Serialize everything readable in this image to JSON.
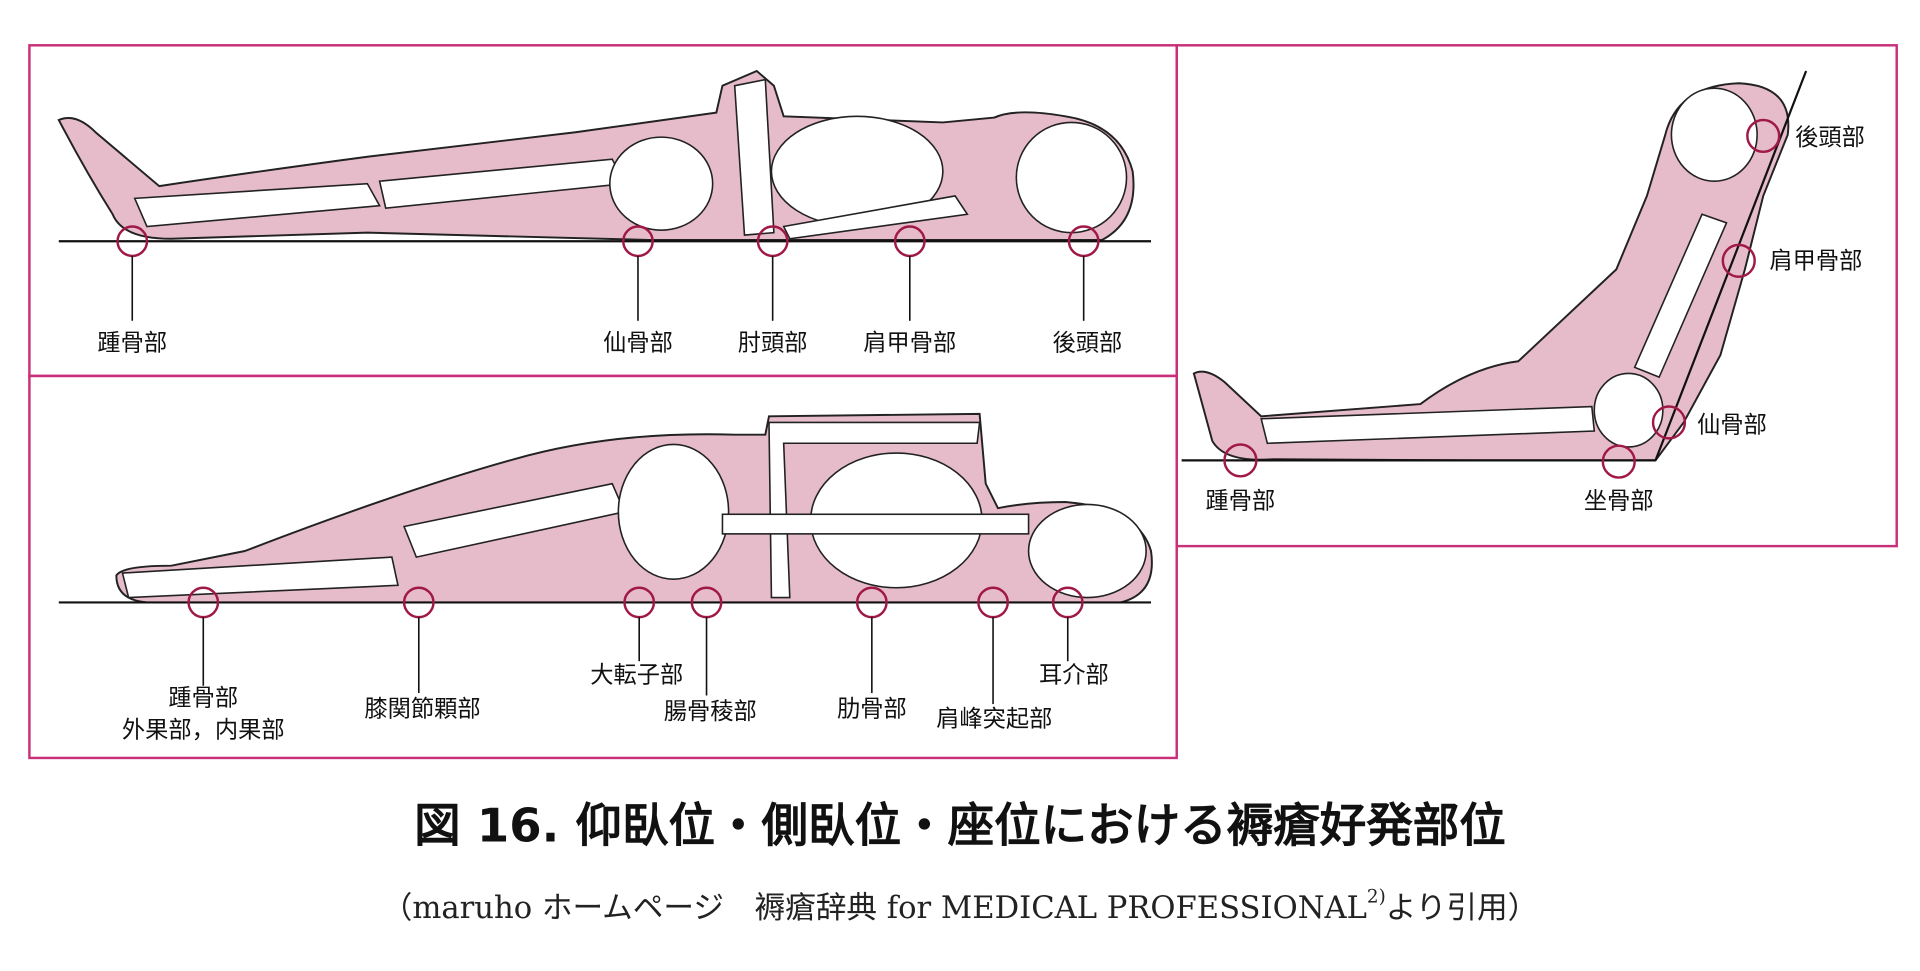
{
  "colors": {
    "frame": "#c8307a",
    "body": "#e6bccb",
    "site_circle": "#a01848"
  },
  "supine": {
    "labels": [
      "踵骨部",
      "仙骨部",
      "肘頭部",
      "肩甲骨部",
      "後頭部"
    ]
  },
  "lateral": {
    "labels": [
      "踵骨部",
      "外果部，内果部",
      "膝関節顆部",
      "大転子部",
      "腸骨稜部",
      "肋骨部",
      "肩峰突起部",
      "耳介部"
    ]
  },
  "sitting": {
    "labels": [
      "後頭部",
      "肩甲骨部",
      "仙骨部",
      "踵骨部",
      "坐骨部"
    ]
  },
  "caption": {
    "title": "図 16.  仰臥位・側臥位・座位における褥瘡好発部位",
    "source_prefix": "（maruho ホームページ　褥瘡辞典 for MEDICAL PROFESSIONAL",
    "source_sup": "2)",
    "source_suffix": "より引用）"
  }
}
